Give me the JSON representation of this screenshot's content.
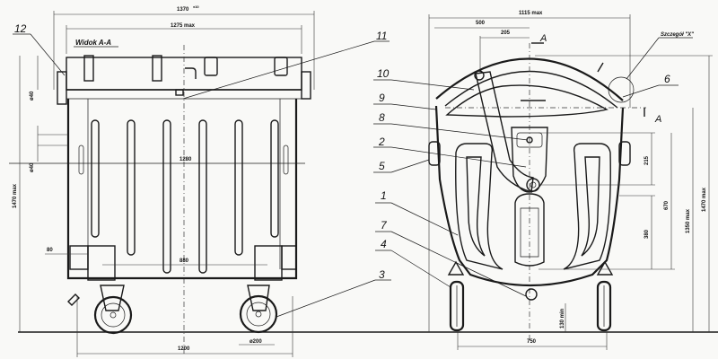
{
  "view_left": {
    "title": "Widok A-A",
    "dimensions": {
      "overall_width": "1370",
      "overall_width_sup": "±10",
      "body_width": "1275 max",
      "inner_width": "1280",
      "axle_width": "880",
      "wheelbase": "1200",
      "wheel_diameter": "ø200",
      "pin_a": "ø40",
      "pin_b": "ø40",
      "height": "1470 max",
      "foot": "80"
    },
    "callouts": [
      "12",
      "11",
      "3"
    ]
  },
  "view_right": {
    "dimensions": {
      "overall_width": "1115 max",
      "offset_500": "500",
      "offset_205": "205",
      "section_label": "A",
      "detail_label": "Szczegół \"X\"",
      "h_215": "215",
      "h_670": "670",
      "h_380": "380",
      "h_1350": "1350 max",
      "h_1470": "1470 max",
      "ground_clearance": "130 min",
      "track": "750"
    },
    "callouts": [
      "10",
      "9",
      "8",
      "2",
      "5",
      "1",
      "7",
      "4",
      "6"
    ]
  }
}
